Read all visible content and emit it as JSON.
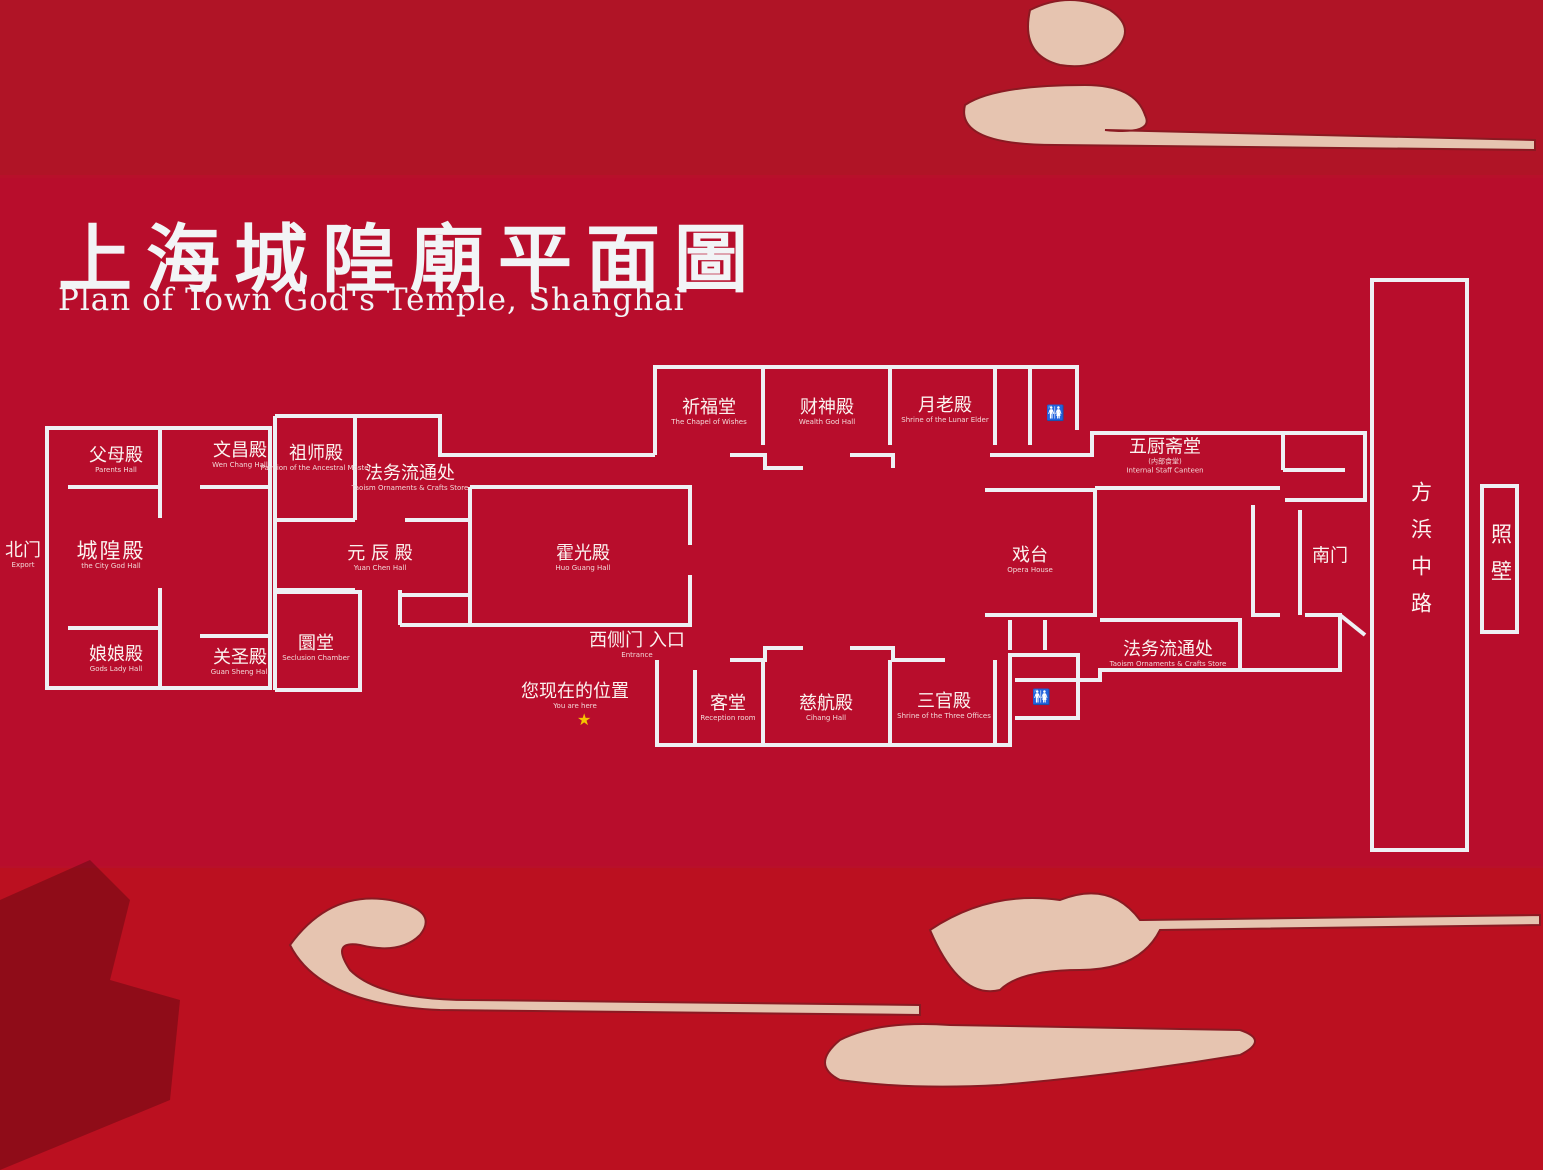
{
  "title_cn": "上海城隍廟平面圖",
  "title_en": "Plan of Town God's Temple, Shanghai",
  "you_are_here": {
    "cn": "您现在的位置",
    "en": "You are here"
  },
  "colors": {
    "board": "#b80d2c",
    "band": "#b01426",
    "line": "#eef0f4",
    "cloud": "#e9c7b0",
    "star": "#f5c400"
  },
  "icons": [
    "restroom-icon",
    "star-icon",
    "cloud-ornament"
  ],
  "rooms": {
    "fumu": {
      "cn": "父母殿",
      "en": "Parents Hall"
    },
    "wenchang": {
      "cn": "文昌殿",
      "en": "Wen Chang Hall"
    },
    "zushi": {
      "cn": "祖师殿",
      "en": "Pavilion of the Ancestral Master"
    },
    "fawu_w": {
      "cn": "法务流通处",
      "en": "Taoism Ornaments & Crafts Store"
    },
    "qifu": {
      "cn": "祈福堂",
      "en": "The Chapel of Wishes"
    },
    "caishen": {
      "cn": "财神殿",
      "en": "Wealth God Hall"
    },
    "yuelao": {
      "cn": "月老殿",
      "en": "Shrine of the Lunar Elder"
    },
    "wuchu": {
      "cn": "五厨斋堂",
      "sub": "(内部食堂)",
      "en": "Internal Staff Canteen"
    },
    "beimen": {
      "cn": "北门",
      "en": "Export"
    },
    "chenghuang": {
      "cn": "城隍殿",
      "en": "the City God Hall"
    },
    "yuanchen": {
      "cn": "元 辰 殿",
      "en": "Yuan Chen Hall"
    },
    "huoguang": {
      "cn": "霍光殿",
      "en": "Huo Guang Hall"
    },
    "xitai": {
      "cn": "戏台",
      "en": "Opera House"
    },
    "nanmen": {
      "cn": "南门"
    },
    "niangniang": {
      "cn": "娘娘殿",
      "en": "Gods Lady Hall"
    },
    "guansheng": {
      "cn": "关圣殿",
      "en": "Guan Sheng Hall"
    },
    "yuantang": {
      "cn": "圜堂",
      "en": "Seclusion Chamber"
    },
    "xice": {
      "cn": "西侧门 入口",
      "en": "Entrance"
    },
    "ketang": {
      "cn": "客堂",
      "en": "Reception room"
    },
    "cihang": {
      "cn": "慈航殿",
      "en": "Cihang Hall"
    },
    "sanguan": {
      "cn": "三官殿",
      "en": "Shrine of the Three Offices"
    },
    "fawu_e": {
      "cn": "法务流通处",
      "en": "Taoism Ornaments & Crafts Store"
    },
    "road": {
      "cn": "方浜中路"
    },
    "zhaobi": {
      "cn": "照壁"
    }
  }
}
